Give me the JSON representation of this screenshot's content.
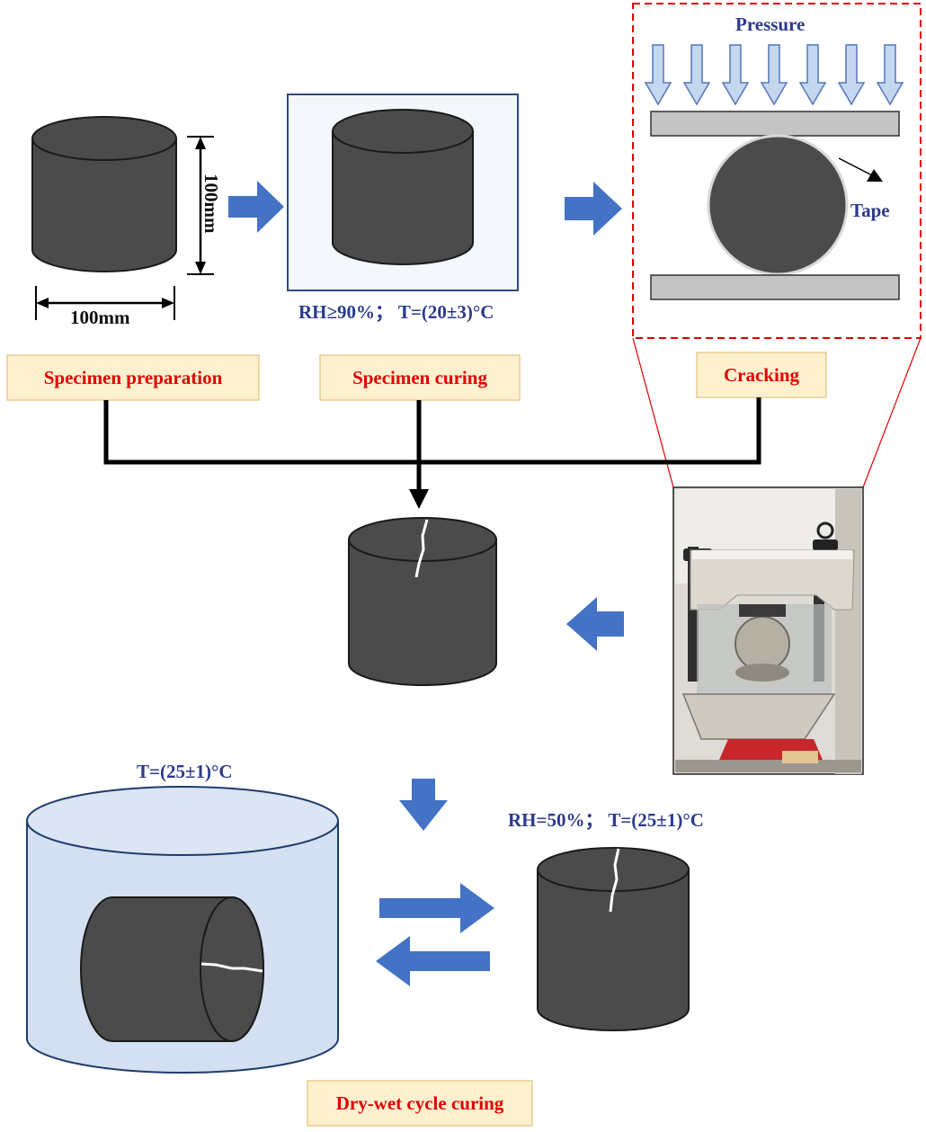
{
  "dimensions": {
    "height_label": "100mm",
    "width_label": "100mm"
  },
  "conditions": {
    "curing": "RH≥90%； T=(20±3)°C",
    "water_bath": "T=(25±1)°C",
    "air_dry": "RH=50%； T=(25±1)°C"
  },
  "cracking_inset": {
    "pressure_label": "Pressure",
    "tape_label": "Tape"
  },
  "stages": {
    "preparation": "Specimen preparation",
    "curing": "Specimen curing",
    "cracking": "Cracking",
    "dry_wet": "Dry-wet cycle curing"
  },
  "colors": {
    "specimen_fill": "#4b4b4b",
    "arrow_blue": "#4472c4",
    "text_blue": "#2b3a8c",
    "stage_text_red": "#e00000",
    "stage_box_fill": "#fdf0cf",
    "inset_border_red": "#e00000",
    "curing_box_fill": "#f3f6fb",
    "water_fill": "#d4e0f1",
    "plate_fill": "#c4c4c4"
  },
  "icons": {
    "photo": "press-machine-photo"
  }
}
